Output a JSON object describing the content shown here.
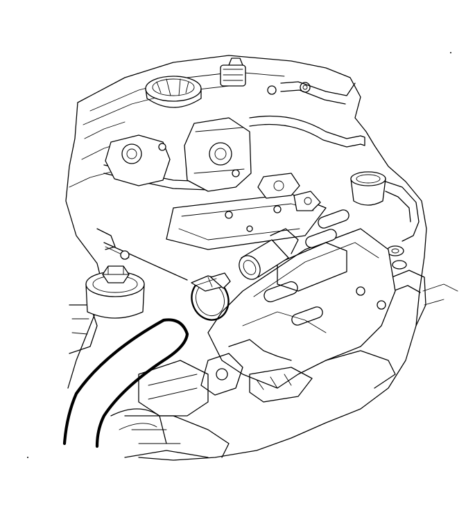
{
  "diagram": {
    "kind": "engine-compartment-line-art",
    "line_color": "#000000",
    "background_color": "#ffffff",
    "components": [
      {
        "name": "oil-fill-cap",
        "icon": "round-cap"
      },
      {
        "name": "throttle-body",
        "icon": "throttle-body"
      },
      {
        "name": "intake-manifold",
        "icon": "manifold"
      },
      {
        "name": "coolant-reservoir-cap",
        "icon": "round-cap"
      },
      {
        "name": "oil-filter-housing-cap",
        "icon": "hex-cap"
      },
      {
        "name": "dipstick-tube",
        "icon": "tube"
      },
      {
        "name": "radiator-hose-outlet",
        "icon": "pipe-outlet"
      },
      {
        "name": "hose-clamp",
        "icon": "spring-clamp"
      },
      {
        "name": "radiator-hose",
        "icon": "hose"
      },
      {
        "name": "transmission-housing",
        "icon": "housing"
      }
    ]
  }
}
